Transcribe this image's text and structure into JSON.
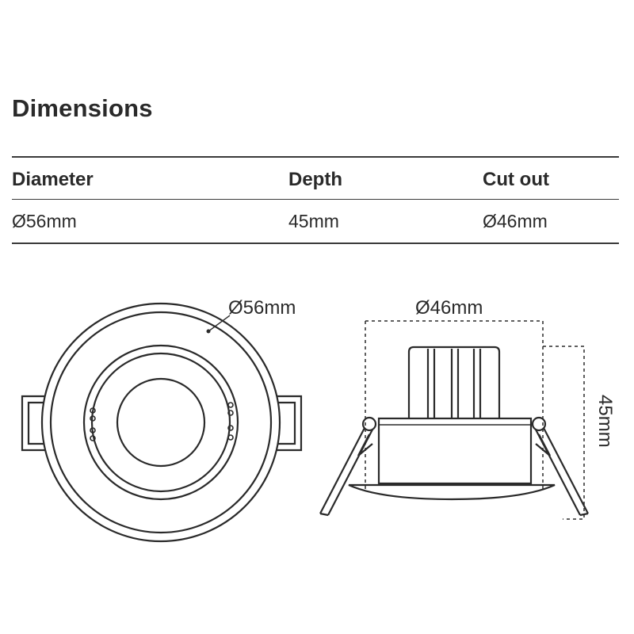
{
  "title": "Dimensions",
  "table": {
    "headers": [
      "Diameter",
      "Depth",
      "Cut out"
    ],
    "values": [
      "Ø56mm",
      "45mm",
      "Ø46mm"
    ]
  },
  "drawings": {
    "top_view_label": "Ø56mm",
    "side_view_width_label": "Ø46mm",
    "side_view_height_label": "45mm"
  },
  "colors": {
    "line": "#2a2a2a",
    "rule": "#3a3a3a"
  }
}
